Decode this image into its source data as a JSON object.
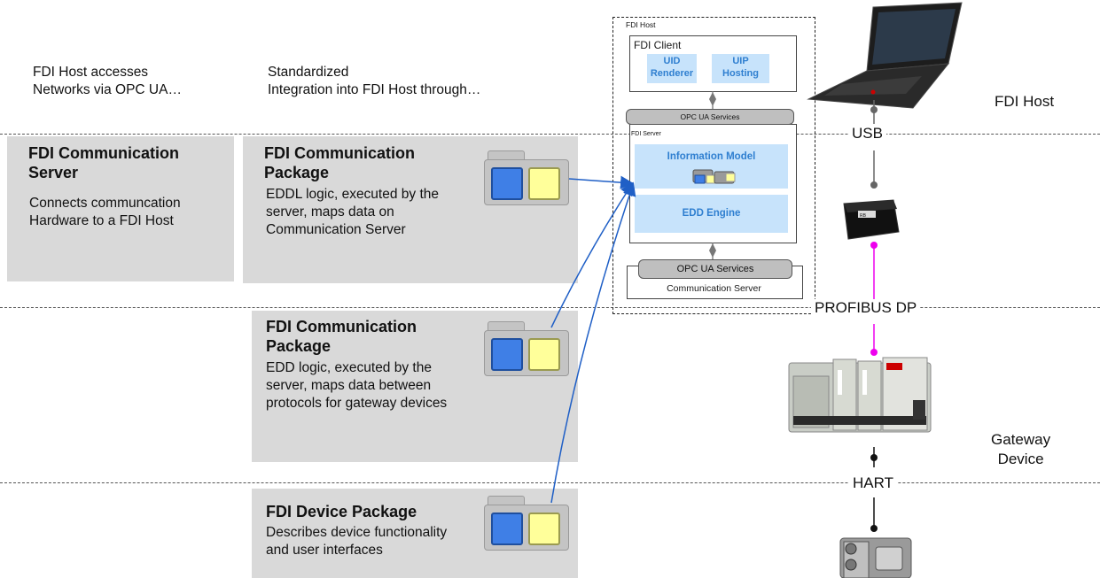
{
  "notes": {
    "network": "FDI Host accesses\nNetworks via OPC UA…",
    "integration": "Standardized\nIntegration into FDI Host through…"
  },
  "comm_server_box": {
    "title": "FDI Communication\nServer",
    "desc": "Connects communcation\nHardware to a FDI Host"
  },
  "comm_package_1": {
    "title": "FDI Communication\nPackage",
    "desc": "EDDL logic, executed by the\nserver, maps data on\nCommunication Server"
  },
  "comm_package_2": {
    "title": "FDI Communication\nPackage",
    "desc": "EDD logic, executed by the\nserver,  maps data between\nprotocols for gateway devices"
  },
  "device_package": {
    "title": "FDI Device Package",
    "desc": "Describes device functionality\nand user interfaces"
  },
  "host_diagram": {
    "host_label": "FDI Host",
    "client_label": "FDI Client",
    "uid_renderer": "UID\nRenderer",
    "uip_hosting": "UIP\nHosting",
    "opc_top": "OPC UA Services",
    "server_label": "FDI Server",
    "info_model": "Information Model",
    "edd_engine": "EDD Engine",
    "opc_bottom": "OPC UA Services",
    "comm_server": "Communication Server"
  },
  "network_labels": {
    "usb": "USB",
    "profibus": "PROFIBUS DP",
    "hart": "HART"
  },
  "side_labels": {
    "fdi_host": "FDI Host",
    "gateway": "Gateway\nDevice"
  },
  "colors": {
    "box_gray": "#d9d9d9",
    "arrow_blue": "#1f5fc6",
    "profibus_magenta": "#ee00ee",
    "blue_fill": "#c7e3fb",
    "blue_text": "#2f7fd0"
  }
}
